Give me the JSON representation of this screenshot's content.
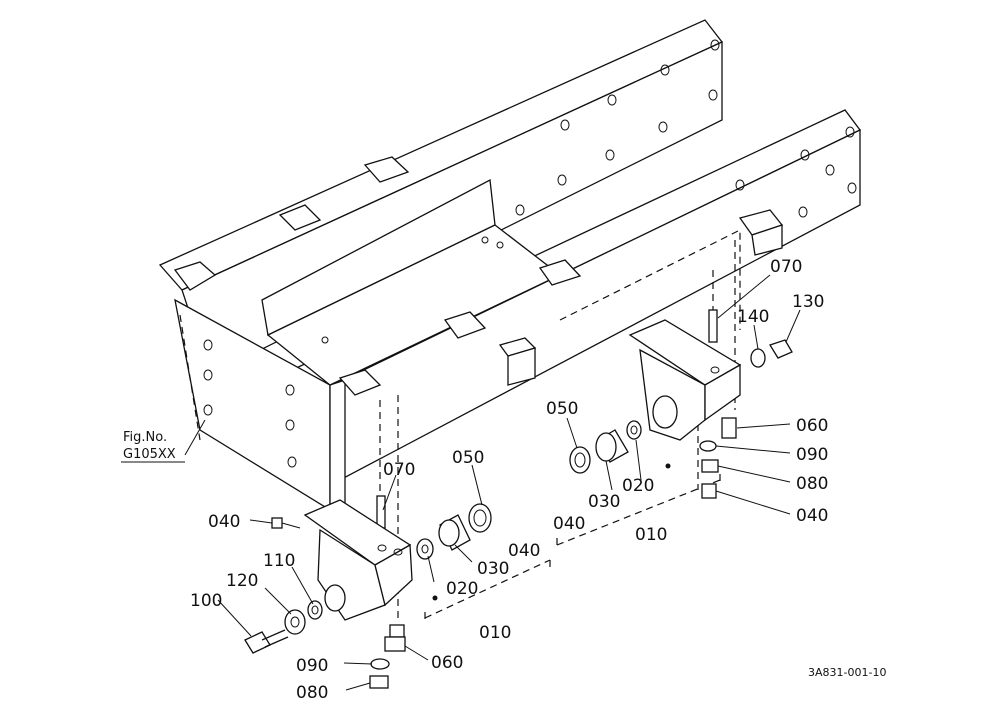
{
  "figure_ref": {
    "line1": "Fig.No.",
    "line2": "G105XX"
  },
  "drawing_code": "3A831-001-10",
  "callouts_left": {
    "c040a": "040",
    "c070": "070",
    "c050": "050",
    "c110": "110",
    "c120": "120",
    "c100": "100",
    "c020": "020",
    "c030": "030",
    "c040b": "040",
    "c010": "010",
    "c090": "090",
    "c060": "060",
    "c080": "080"
  },
  "callouts_right": {
    "c070": "070",
    "c140": "140",
    "c130": "130",
    "c050": "050",
    "c060": "060",
    "c090": "090",
    "c080": "080",
    "c040a": "040",
    "c030": "030",
    "c020": "020",
    "c040b": "040",
    "c010": "010"
  }
}
